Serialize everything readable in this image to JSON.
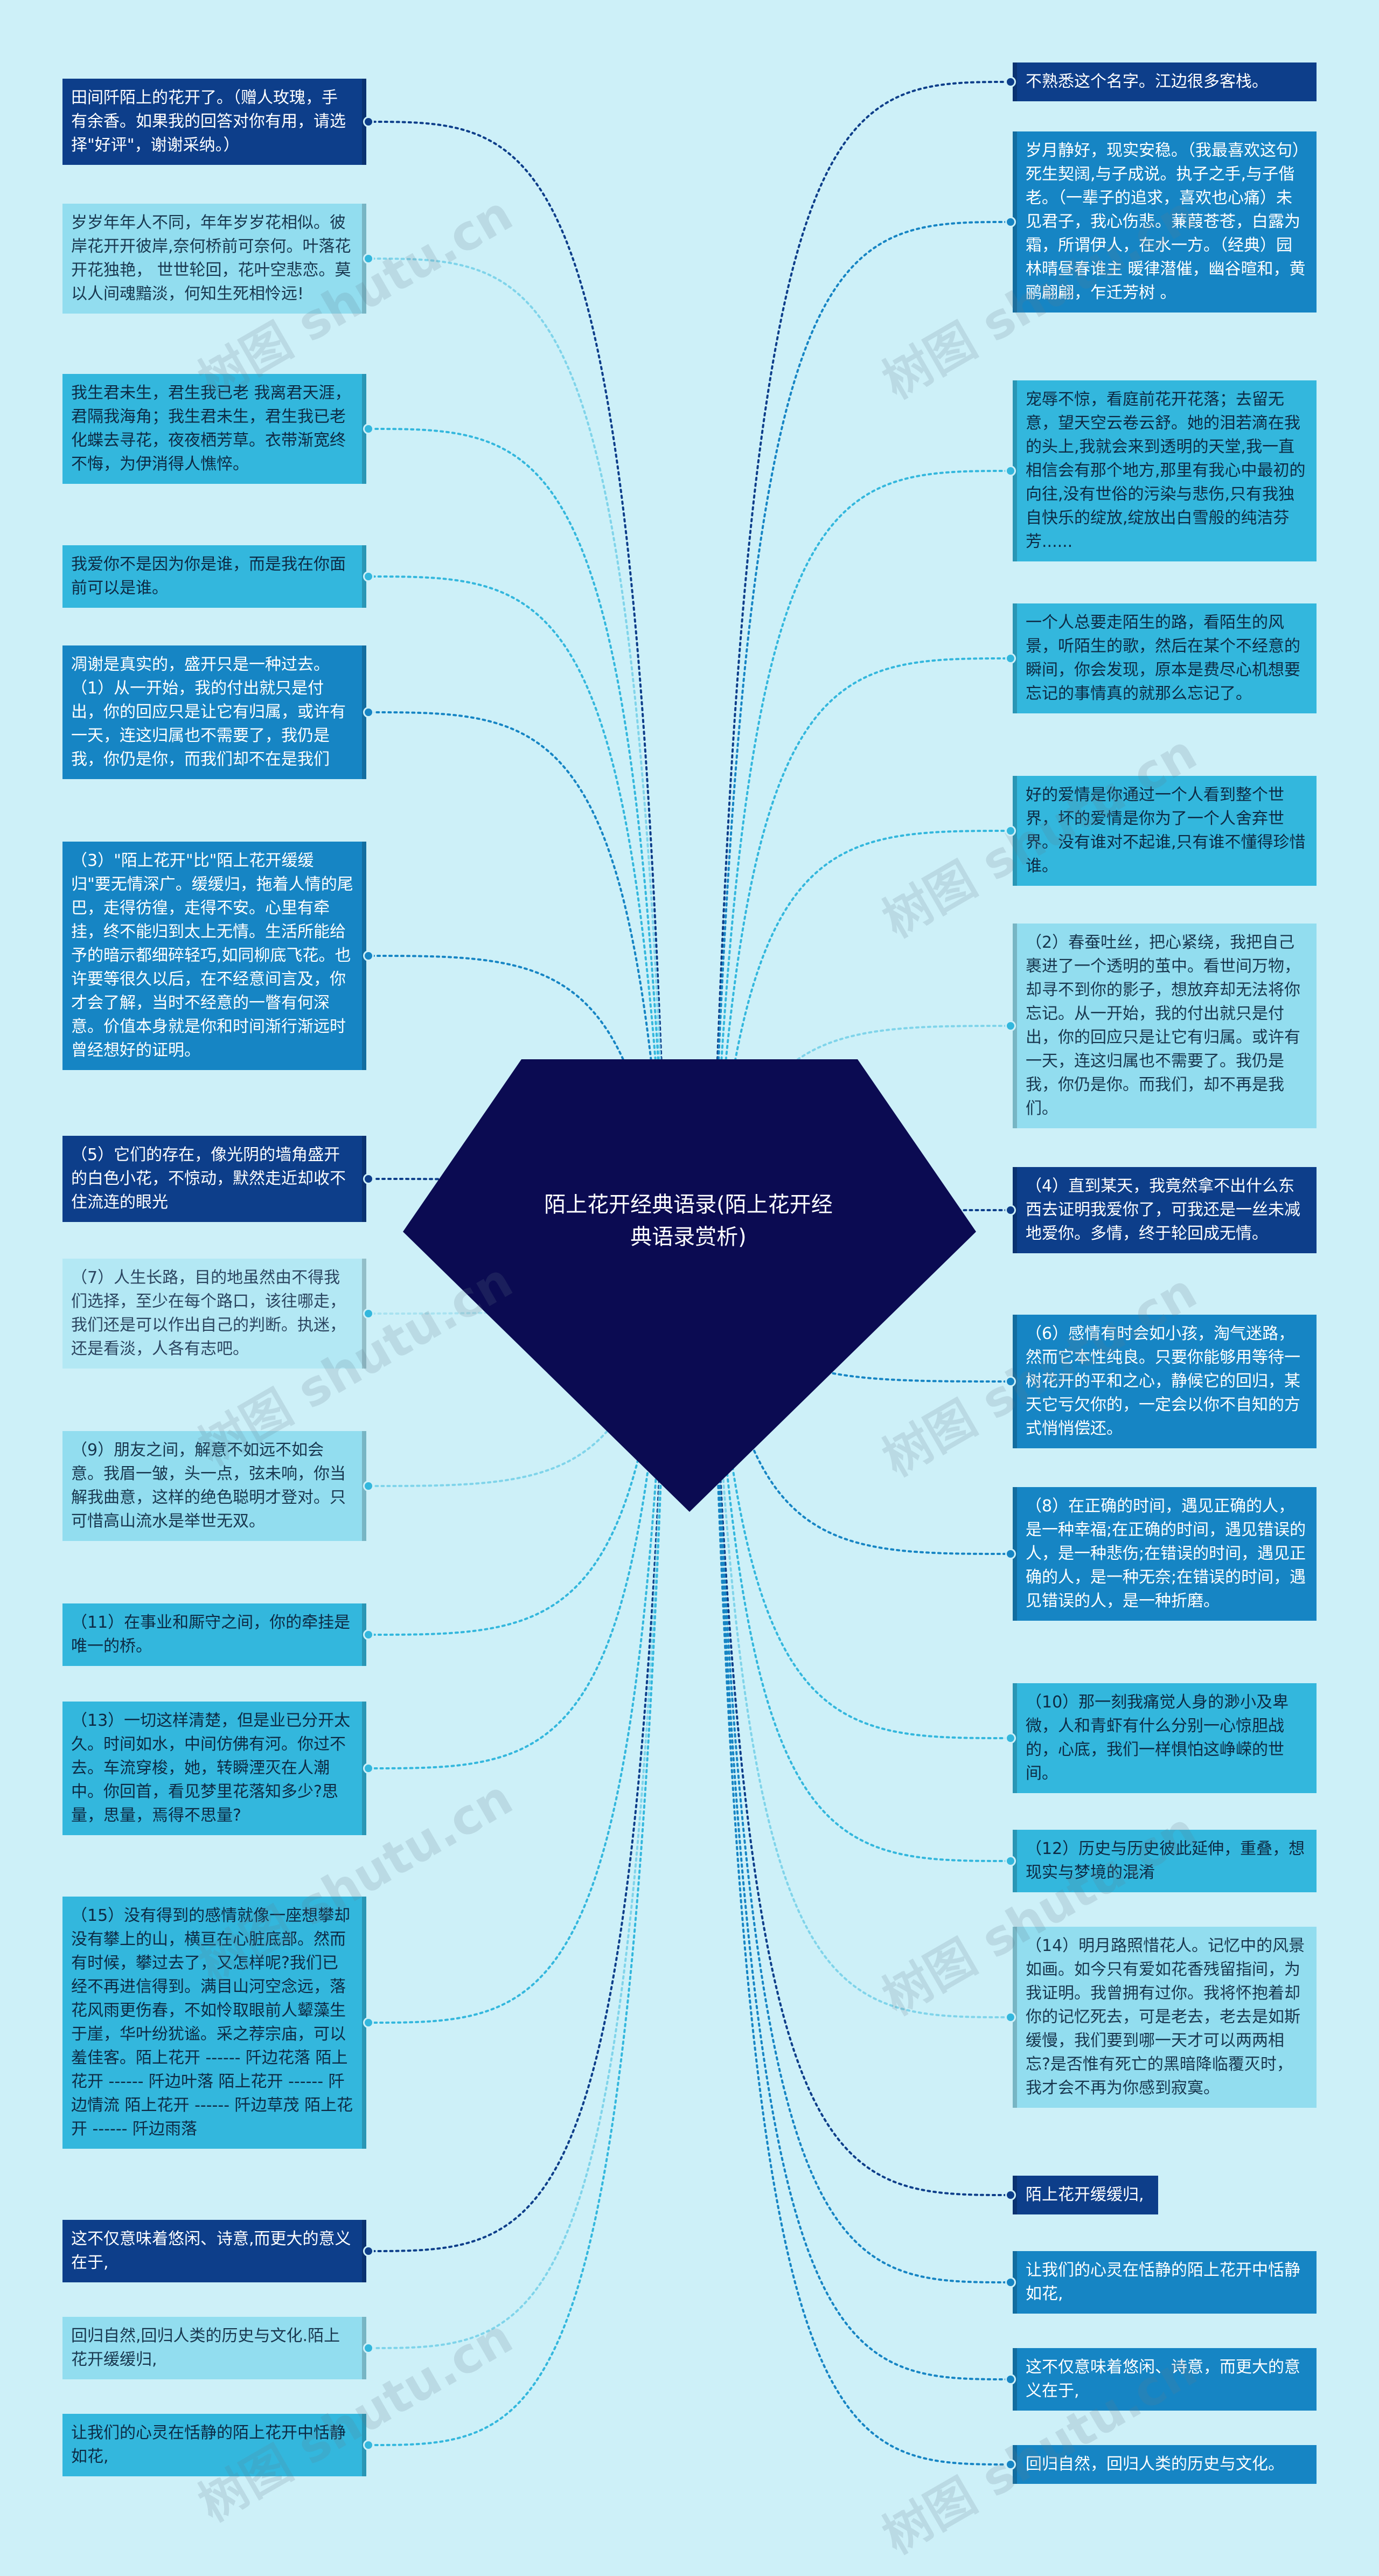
{
  "center": {
    "title": "陌上花开经典语录(陌上花开经典语录赏析)"
  },
  "watermark": "树图 shutu.cn",
  "colors": {
    "background": "#cdf0f8",
    "center": "#0b0b52",
    "navy": "#0d3e8a",
    "mid": "#1685c4",
    "sky": "#33b7dd",
    "light": "#92ddef",
    "pale": "#b3e8f4"
  },
  "left_nodes": [
    {
      "style": "navy",
      "text": "田间阡陌上的花开了。（赠人玫瑰，手有余香。如果我的回答对你有用，请选择\"好评\"，谢谢采纳。）"
    },
    {
      "style": "light",
      "text": "岁岁年年人不同，年年岁岁花相似。彼岸花开开彼岸,奈何桥前可奈何。叶落花开花独艳， 世世轮回，花叶空悲恋。莫以人间魂黯淡，何知生死相怜远!"
    },
    {
      "style": "sky",
      "text": "我生君未生，君生我已老 我离君天涯，君隔我海角；我生君未生，君生我已老 化蝶去寻花，夜夜栖芳草。衣带渐宽终不悔，为伊消得人憔悴。"
    },
    {
      "style": "sky",
      "text": "我爱你不是因为你是谁，而是我在你面前可以是谁。"
    },
    {
      "style": "mid",
      "text": "凋谢是真实的，盛开只是一种过去。（1）从一开始，我的付出就只是付出，你的回应只是让它有归属，或许有一天，连这归属也不需要了，我仍是我，你仍是你，而我们却不在是我们"
    },
    {
      "style": "mid",
      "text": "（3）\"陌上花开\"比\"陌上花开缓缓归\"要无情深广。缓缓归，拖着人情的尾巴，走得彷徨，走得不安。心里有牵挂，终不能归到太上无情。生活所能给予的暗示都细碎轻巧,如同柳底飞花。也许要等很久以后，在不经意间言及，你才会了解，当时不经意的一瞥有何深意。价值本身就是你和时间渐行渐远时曾经想好的证明。"
    },
    {
      "style": "navy",
      "text": "（5）它们的存在，像光阴的墙角盛开的白色小花，不惊动，默然走近却收不住流连的眼光"
    },
    {
      "style": "pale",
      "text": "（7）人生长路，目的地虽然由不得我们选择，至少在每个路口，该往哪走，我们还是可以作出自己的判断。执迷，还是看淡，人各有志吧。"
    },
    {
      "style": "light",
      "text": "（9）朋友之间，解意不如远不如会意。我眉一皱，头一点，弦未响，你当解我曲意，这样的绝色聪明才登对。只可惜高山流水是举世无双。"
    },
    {
      "style": "sky",
      "text": "（11）在事业和厮守之间，你的牵挂是唯一的桥。"
    },
    {
      "style": "sky",
      "text": "（13）一切这样清楚，但是业已分开太久。时间如水，中间仿佛有河。你过不去。车流穿梭，她，转瞬湮灭在人潮中。你回首，看见梦里花落知多少?思量，思量，焉得不思量?"
    },
    {
      "style": "sky",
      "text": "（15）没有得到的感情就像一座想攀却没有攀上的山，横亘在心脏底部。然而有时候，攀过去了，又怎样呢?我们已经不再进信得到。满目山河空念远，落花风雨更伤春，不如怜取眼前人颦藻生于崖，华叶纷犹谧。采之荐宗庙，可以羞佳客。陌上花开 ------  阡边花落 陌上花开 ------  阡边叶落 陌上花开 ------  阡边情流 陌上花开 ------  阡边草茂 陌上花开 ------  阡边雨落"
    },
    {
      "style": "navy",
      "text": "这不仅意味着悠闲、诗意,而更大的意义在于,"
    },
    {
      "style": "light",
      "text": "回归自然,回归人类的历史与文化.陌上花开缓缓归,"
    },
    {
      "style": "sky",
      "text": "让我们的心灵在恬静的陌上花开中恬静如花,"
    }
  ],
  "right_nodes": [
    {
      "style": "navy",
      "text": "不熟悉这个名字。江边很多客栈。"
    },
    {
      "style": "mid",
      "text": "岁月静好，现实安稳。（我最喜欢这句）死生契阔,与子成说。执子之手,与子偕老。（一辈子的追求，喜欢也心痛）未见君子，我心伤悲。蒹葭苍苍，白露为霜，所谓伊人，在水一方。（经典）园林晴昼春谁主 暖律潜催，幽谷暄和，黄鹂翩翩，乍迁芳树 。"
    },
    {
      "style": "sky",
      "text": "宠辱不惊，看庭前花开花落；去留无意，望天空云卷云舒。她的泪若滴在我的头上,我就会来到透明的天堂,我一直相信会有那个地方,那里有我心中最初的向往,没有世俗的污染与悲伤,只有我独自快乐的绽放,绽放出白雪般的纯洁芬芳......"
    },
    {
      "style": "sky",
      "text": "一个人总要走陌生的路，看陌生的风景，听陌生的歌，然后在某个不经意的瞬间，你会发现，原本是费尽心机想要忘记的事情真的就那么忘记了。"
    },
    {
      "style": "sky",
      "text": "好的爱情是你通过一个人看到整个世界，坏的爱情是你为了一个人舍弃世界。没有谁对不起谁,只有谁不懂得珍惜谁。"
    },
    {
      "style": "light",
      "text": "（2）春蚕吐丝，把心紧绕，我把自己裹进了一个透明的茧中。看世间万物，却寻不到你的影子，想放弃却无法将你忘记。从一开始，我的付出就只是付出，你的回应只是让它有归属。或许有一天，连这归属也不需要了。我仍是我，你仍是你。而我们，却不再是我们。"
    },
    {
      "style": "navy",
      "text": "（4）直到某天，我竟然拿不出什么东西去证明我爱你了，可我还是一丝未减地爱你。多情，终于轮回成无情。"
    },
    {
      "style": "mid",
      "text": "（6）感情有时会如小孩，淘气迷路，然而它本性纯良。只要你能够用等待一树花开的平和之心，静候它的回归，某天它亏欠你的，一定会以你不自知的方式悄悄偿还。"
    },
    {
      "style": "mid",
      "text": "（8）在正确的时间，遇见正确的人，是一种幸福;在正确的时间，遇见错误的人，是一种悲伤;在错误的时间，遇见正确的人，是一种无奈;在错误的时间，遇见错误的人，是一种折磨。"
    },
    {
      "style": "sky",
      "text": "（10）那一刻我痛觉人身的渺小及卑微，人和青虾有什么分别一心惊胆战的，心底，我们一样惧怕这峥嵘的世间。"
    },
    {
      "style": "sky",
      "text": "（12）历史与历史彼此延伸，重叠，想现实与梦境的混淆"
    },
    {
      "style": "light",
      "text": "（14）明月路照惜花人。记忆中的风景如画。如今只有爱如花香残留指间，为我证明。我曾拥有过你。我将怀抱着却你的记忆死去，可是老去，老去是如斯缓慢，我们要到哪一天才可以两两相忘?是否惟有死亡的黑暗降临覆灭时，我才会不再为你感到寂寞。"
    },
    {
      "style": "navy",
      "text": "陌上花开缓缓归,"
    },
    {
      "style": "mid",
      "text": "让我们的心灵在恬静的陌上花开中恬静如花,"
    },
    {
      "style": "mid",
      "text": "这不仅意味着悠闲、诗意，而更大的意义在于,"
    },
    {
      "style": "mid",
      "text": "回归自然，回归人类的历史与文化。"
    }
  ]
}
